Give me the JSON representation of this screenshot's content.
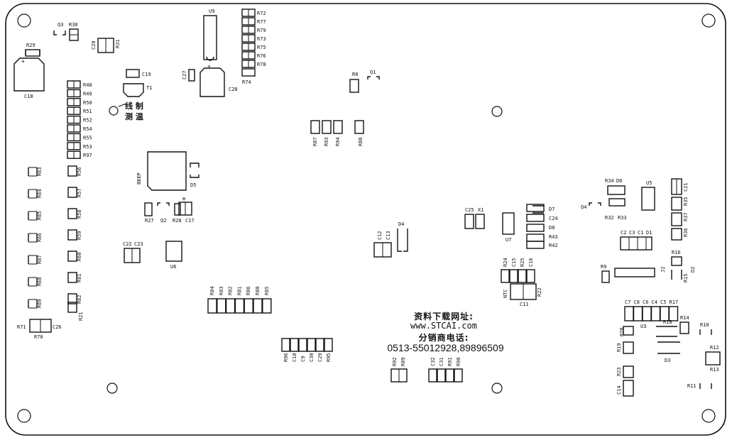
{
  "resistors_v": [
    "R48",
    "R49",
    "R50",
    "R51",
    "R52",
    "R54",
    "R55",
    "R53",
    "R97"
  ],
  "resistors_u9": [
    "R72",
    "R77",
    "R79",
    "R73",
    "R75",
    "R76",
    "R78"
  ],
  "col1": [
    "R63",
    "R64",
    "R65",
    "R66",
    "R67",
    "R68",
    "R69"
  ],
  "col2": [
    "R56",
    "R57",
    "R58",
    "R59",
    "R60",
    "R61",
    "R62"
  ],
  "row_r84": [
    "R84",
    "R83",
    "R82",
    "R81",
    "R86",
    "R80",
    "R85"
  ],
  "row_bot1": [
    "R96",
    "C10",
    "C9",
    "C30",
    "C29",
    "R95"
  ],
  "row_bot2": [
    "C32",
    "C31",
    "R91",
    "R90"
  ],
  "row_c7": [
    "C7",
    "C8",
    "C6",
    "C4",
    "C5",
    "R17"
  ],
  "row_c2": [
    "C2",
    "C3",
    "C1",
    "D1"
  ],
  "row_mid": [
    "R87",
    "R93",
    "R94"
  ],
  "labels": {
    "q3": "Q3",
    "r30": "R30",
    "c20": "C20",
    "r31": "R31",
    "r29": "R29",
    "c18": "C18",
    "u9": "U9",
    "c27": "C27",
    "c28": "C28",
    "r74": "R74",
    "c19": "C19",
    "t1": "T1",
    "beep": "BEEP",
    "d5": "D5",
    "r27": "R27",
    "q2": "Q2",
    "r28": "R28",
    "c17": "C17",
    "c22": "C22",
    "c23": "C23",
    "u6": "U6",
    "r21": "R21",
    "r71": "R71",
    "r70": "R70",
    "c26": "C26",
    "r8": "R8",
    "q1": "Q1",
    "r88": "R88",
    "c12": "C12",
    "c13": "C13",
    "d4": "D4",
    "r92": "R92",
    "r89": "R89",
    "c25": "C25",
    "x1": "X1",
    "u7": "U7",
    "d7": "D7",
    "c24": "C24",
    "d8": "D8",
    "r43": "R43",
    "r42": "R42",
    "r24": "R24",
    "c15": "C15",
    "r25": "R25",
    "c16": "C16",
    "ntc": "NTC",
    "c11": "C11",
    "r22": "R22",
    "r34": "R34",
    "d6": "D6",
    "u5": "U5",
    "c21": "C21",
    "q4": "Q4",
    "r32": "R32",
    "r33": "R33",
    "r35": "R35",
    "r37": "R37",
    "r36": "R36",
    "r9": "R9",
    "j2": "J2",
    "r16": "R16",
    "r15": "R15",
    "d2": "D2",
    "r14": "R14",
    "r18": "R18",
    "u3": "U3",
    "r20": "R20",
    "r19": "R19",
    "r10": "R10",
    "d3": "D3",
    "r12": "R12",
    "r13": "R13",
    "r23": "R23",
    "c14": "C14",
    "r11": "R11"
  },
  "hanzi": {
    "line1": "线 制",
    "line2": "测 温"
  },
  "footer": {
    "title": "资料下载网址:",
    "url": "www.STCAI.com",
    "dist": "分销商电话:",
    "phone": "0513-55012928,89896509"
  }
}
